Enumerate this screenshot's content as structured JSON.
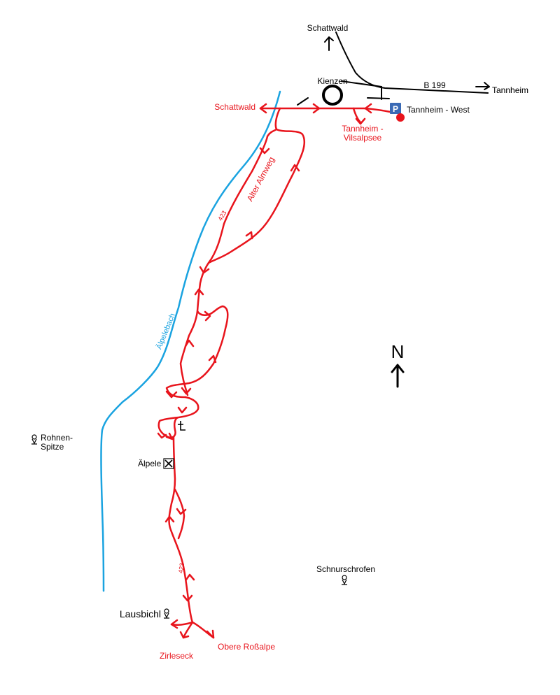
{
  "places": {
    "schattwald_top": "Schattwald",
    "kienzen": "Kienzen",
    "b199": "B 199",
    "tannheim": "Tannheim",
    "schattwald_left": "Schattwald",
    "tannheim_west": "Tannheim - West",
    "tannheim_vilsalpsee_1": "Tannheim -",
    "tannheim_vilsalpsee_2": "Vilsalpsee",
    "alter_almweg": "Alter Almweg",
    "route_423_a": "423",
    "route_423_b": "423",
    "aelpelebach": "Älpelebach",
    "rohnen_1": "Rohnen-",
    "rohnen_2": "Spitze",
    "aelpele": "Älpele",
    "schnurschrofen": "Schnurschrofen",
    "lausbichl": "Lausbichl",
    "zirleseck": "Zirleseck",
    "obere_rossalpe": "Obere Roßalpe",
    "north": "N",
    "parking": "P"
  },
  "colors": {
    "trail": "#e8141c",
    "river": "#1aa3e0",
    "road": "#000000",
    "parking": "#3a6ab5",
    "background": "#ffffff"
  },
  "icons": {
    "roundabout": "roundabout-icon",
    "parking": "parking-icon",
    "start": "start-point-icon",
    "chapel": "wayside-cross-icon",
    "hut": "mountain-hut-icon",
    "peak": "summit-icon",
    "north": "north-arrow-icon"
  }
}
